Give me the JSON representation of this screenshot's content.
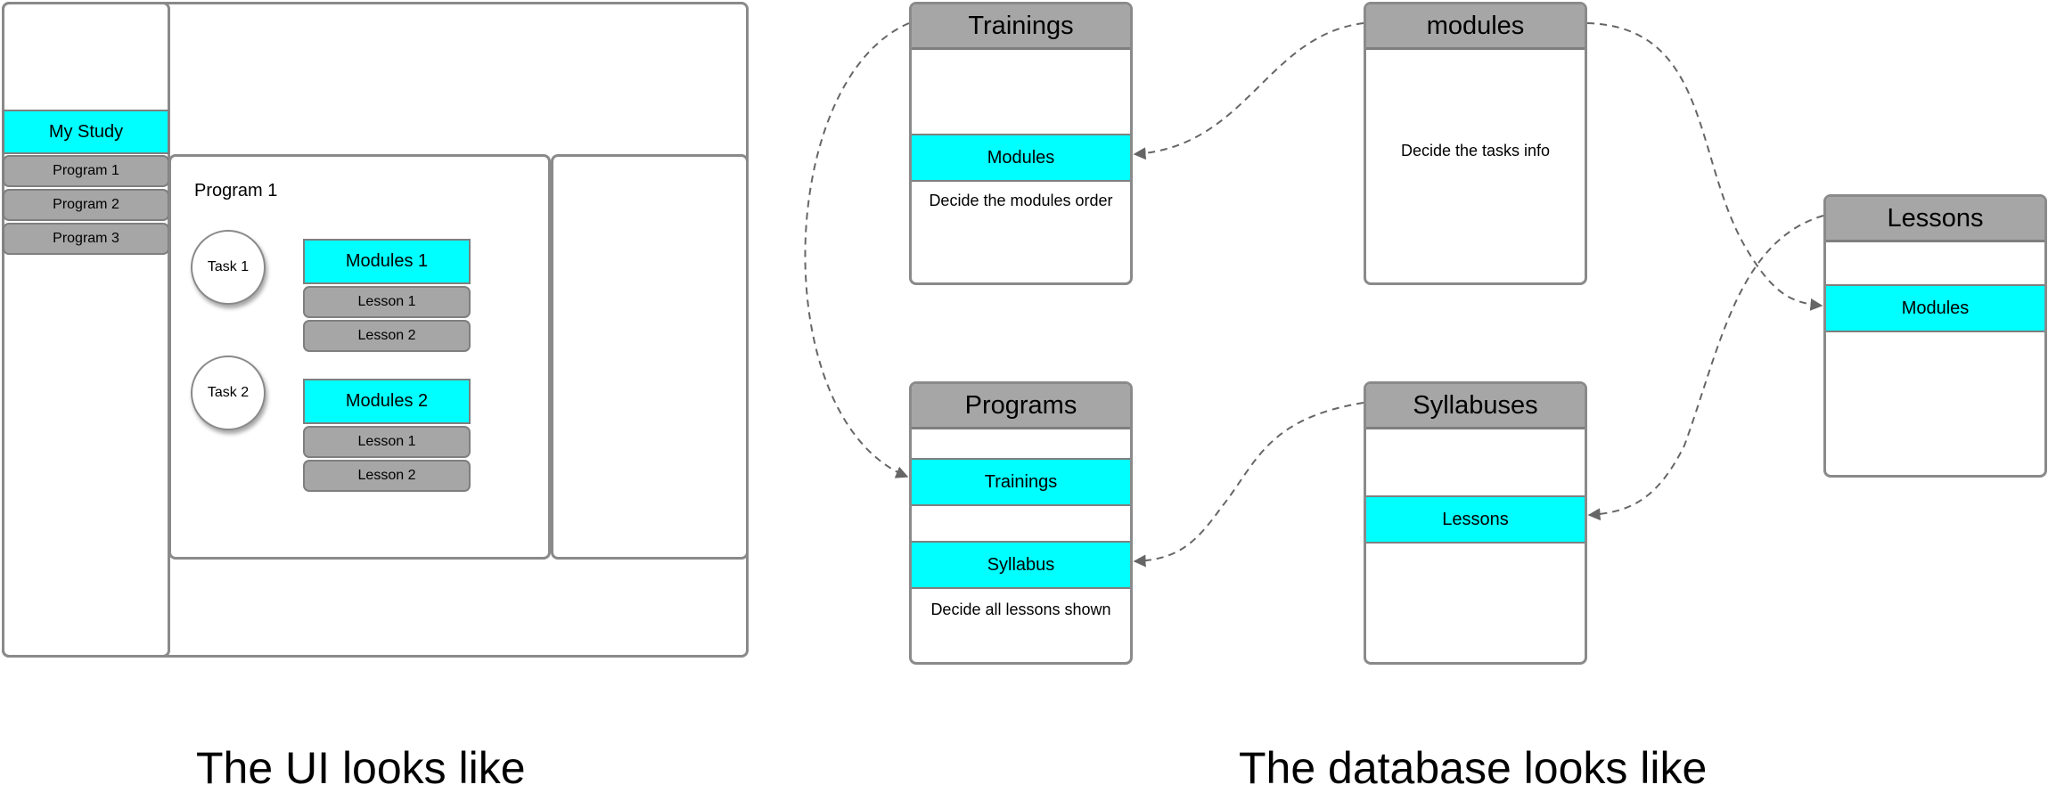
{
  "ui_mock": {
    "sidebar": {
      "active_label": "My Study",
      "items": [
        "Program 1",
        "Program 2",
        "Program 3"
      ]
    },
    "program_panel": {
      "title": "Program 1",
      "tasks": [
        {
          "label": "Task 1",
          "module": "Modules 1",
          "lessons": [
            "Lesson 1",
            "Lesson 2"
          ]
        },
        {
          "label": "Task 2",
          "module": "Modules 2",
          "lessons": [
            "Lesson 1",
            "Lesson 2"
          ]
        }
      ]
    },
    "caption": "The UI looks like"
  },
  "database": {
    "tables": {
      "trainings": {
        "title": "Trainings",
        "field": "Modules",
        "note": "Decide the modules order"
      },
      "modules": {
        "title": "modules",
        "note": "Decide the tasks info"
      },
      "lessons": {
        "title": "Lessons",
        "field": "Modules"
      },
      "programs": {
        "title": "Programs",
        "fields": [
          "Trainings",
          "Syllabus"
        ],
        "note": "Decide all lessons shown"
      },
      "syllabuses": {
        "title": "Syllabuses",
        "field": "Lessons"
      }
    },
    "caption": "The database looks like"
  },
  "colors": {
    "highlight": "#00ffff",
    "header_gray": "#a6a6a6",
    "border": "#8a8a8a",
    "arrow": "#666666"
  }
}
